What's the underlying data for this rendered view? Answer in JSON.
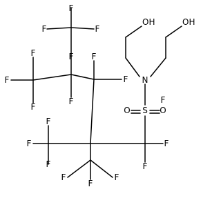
{
  "molecule": {
    "atoms": [
      {
        "id": "f1",
        "label": "F"
      },
      {
        "id": "f2",
        "label": "F"
      },
      {
        "id": "f3",
        "label": "F"
      },
      {
        "id": "f4",
        "label": "F"
      },
      {
        "id": "f5",
        "label": "F"
      },
      {
        "id": "f6",
        "label": "F"
      },
      {
        "id": "f7",
        "label": "F"
      },
      {
        "id": "f8",
        "label": "F"
      },
      {
        "id": "f9",
        "label": "F"
      },
      {
        "id": "f10",
        "label": "F"
      },
      {
        "id": "f11",
        "label": "F"
      },
      {
        "id": "f12",
        "label": "F"
      },
      {
        "id": "f13",
        "label": "F"
      },
      {
        "id": "f14",
        "label": "F"
      },
      {
        "id": "f15",
        "label": "F"
      },
      {
        "id": "f16",
        "label": "F"
      },
      {
        "id": "f17",
        "label": "F"
      },
      {
        "id": "f18",
        "label": "F"
      },
      {
        "id": "f19",
        "label": "F"
      },
      {
        "id": "n1",
        "label": "N"
      },
      {
        "id": "s1",
        "label": "S"
      },
      {
        "id": "o1",
        "label": "O"
      },
      {
        "id": "o2",
        "label": "O"
      },
      {
        "id": "oh1",
        "label": "OH"
      },
      {
        "id": "oh2",
        "label": "OH"
      }
    ]
  }
}
